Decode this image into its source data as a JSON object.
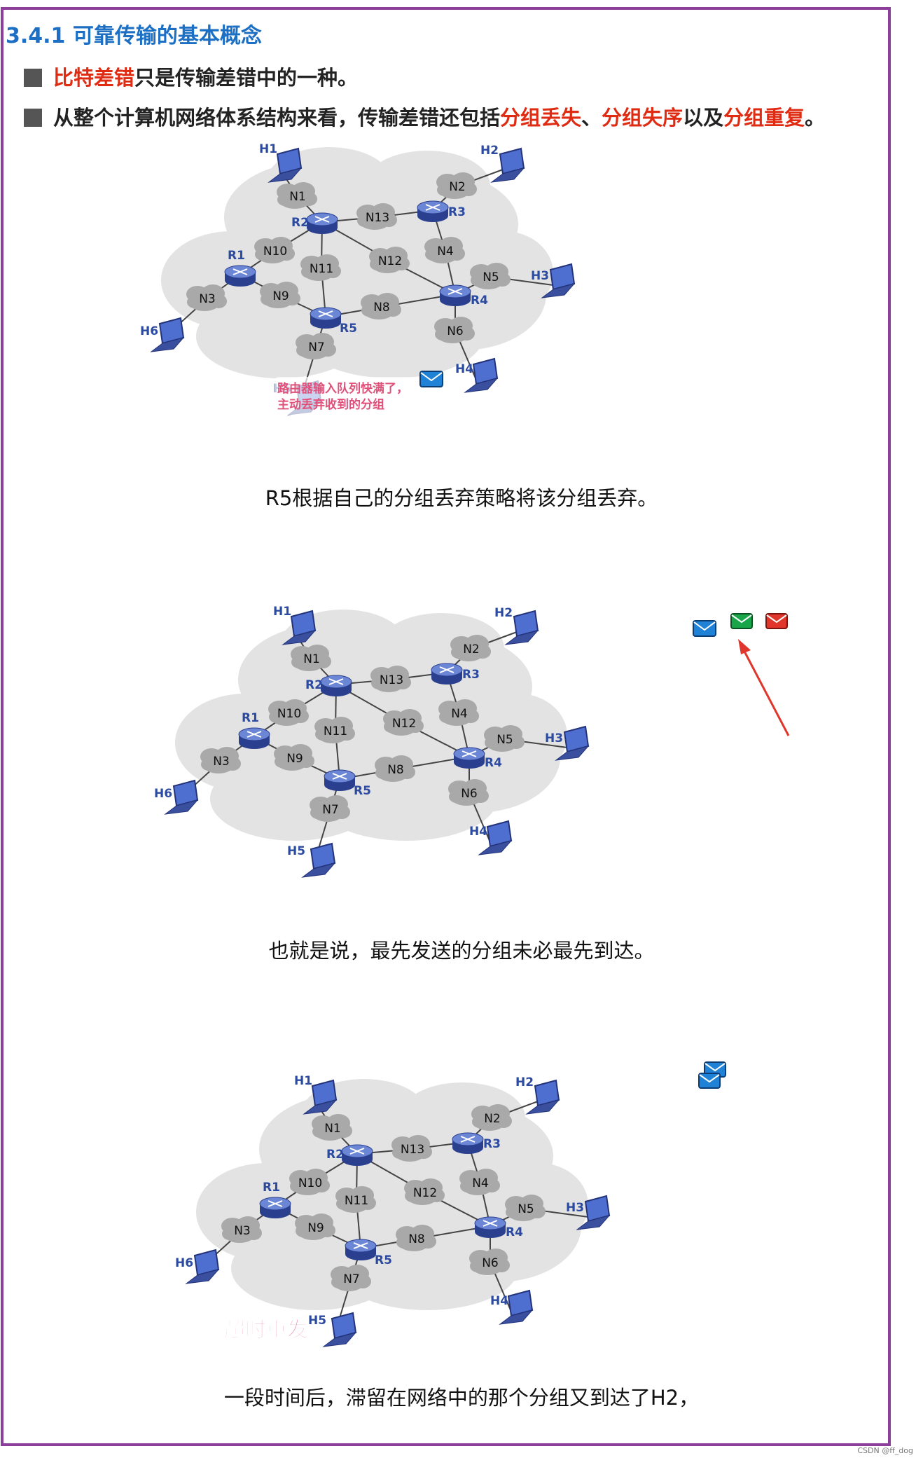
{
  "slide": {
    "title": "3.4.1 可靠传输的基本概念",
    "bullet1": {
      "em": "比特差错",
      "rest": "只是传输差错中的一种。"
    },
    "bullet2": {
      "p1": "从整个计算机网络体系结构来看，传输差错还包括",
      "em1": "分组丢失",
      "sep1": "、",
      "em2": "分组失序",
      "p2": "以及",
      "em3": "分组重复",
      "end": "。"
    }
  },
  "network": {
    "hosts": [
      "H1",
      "H2",
      "H3",
      "H4",
      "H5",
      "H6"
    ],
    "routers": [
      "R1",
      "R2",
      "R3",
      "R4",
      "R5"
    ],
    "networks": [
      "N1",
      "N2",
      "N3",
      "N4",
      "N5",
      "N6",
      "N7",
      "N8",
      "N9",
      "N10",
      "N11",
      "N12",
      "N13"
    ]
  },
  "panels": [
    {
      "caption": "R5根据自己的分组丢弃策略将该分组丢弃。",
      "note1": "路由器输入队列快满了，",
      "note2": "主动丢弃收到的分组"
    },
    {
      "caption": "也就是说，最先发送的分组未必最先到达。"
    },
    {
      "caption": "一段时间后，滞留在网络中的那个分组又到达了H2，",
      "note": "超时重发"
    }
  ],
  "footer": "CSDN @ff_dog",
  "colors": {
    "title": "#1d6fc4",
    "emphasis": "#e02b13",
    "frame": "#8c3f9a",
    "note": "#e0517a"
  }
}
